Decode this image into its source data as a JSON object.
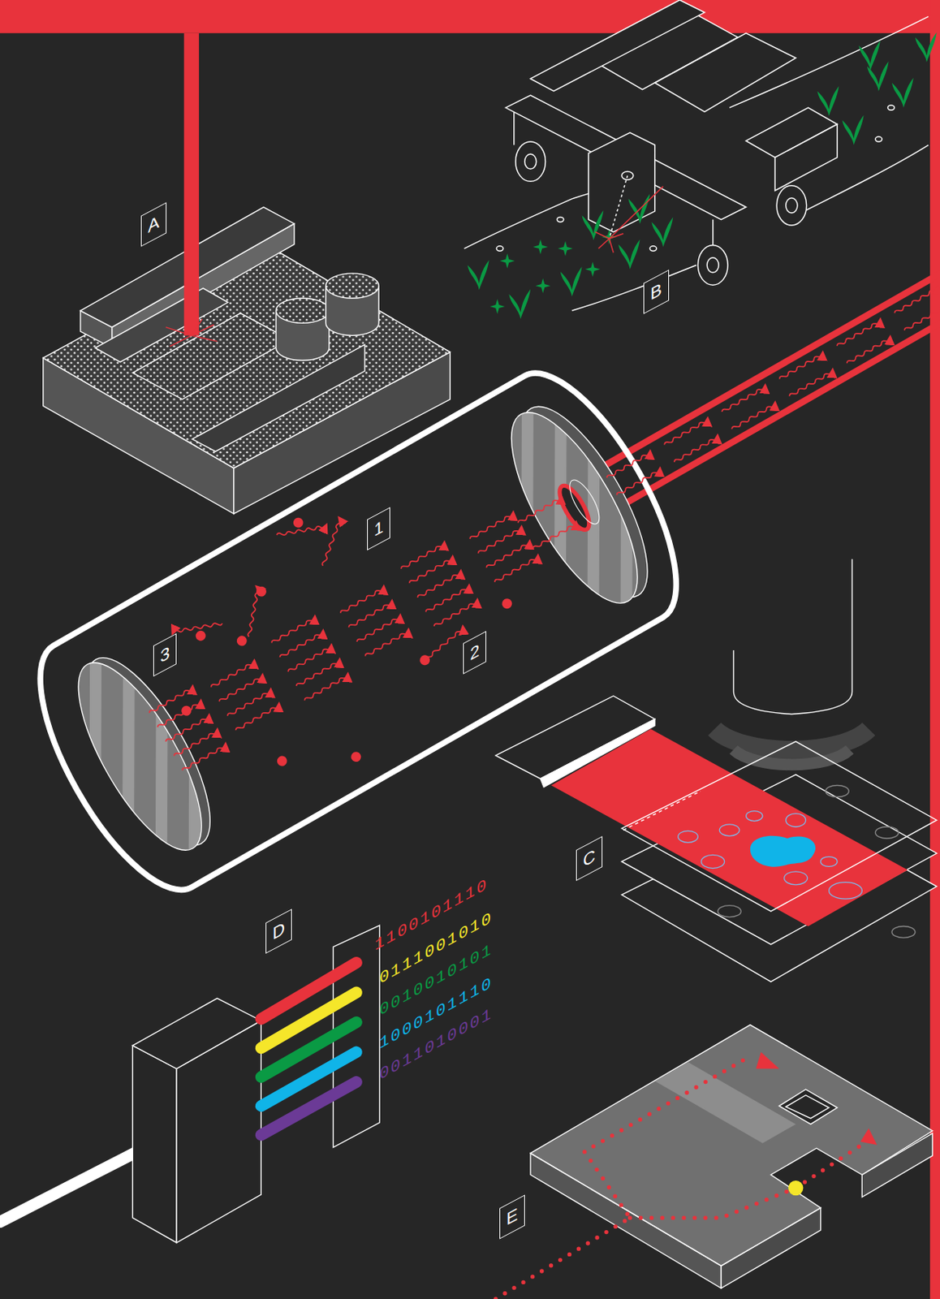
{
  "diagram": {
    "nodes": [
      {
        "text": [
          "A"
        ]
      },
      {
        "text": [
          "B"
        ]
      },
      {
        "text": [
          "1"
        ]
      },
      {
        "text": [
          "2"
        ]
      },
      {
        "text": [
          "3"
        ]
      },
      {
        "text": [
          "C"
        ]
      },
      {
        "text": [
          "D"
        ]
      },
      {
        "text": [
          "E"
        ]
      }
    ],
    "labels": [
      "1100101110",
      "0111001010",
      "0010010101",
      "1000101110",
      "0011010001"
    ]
  }
}
